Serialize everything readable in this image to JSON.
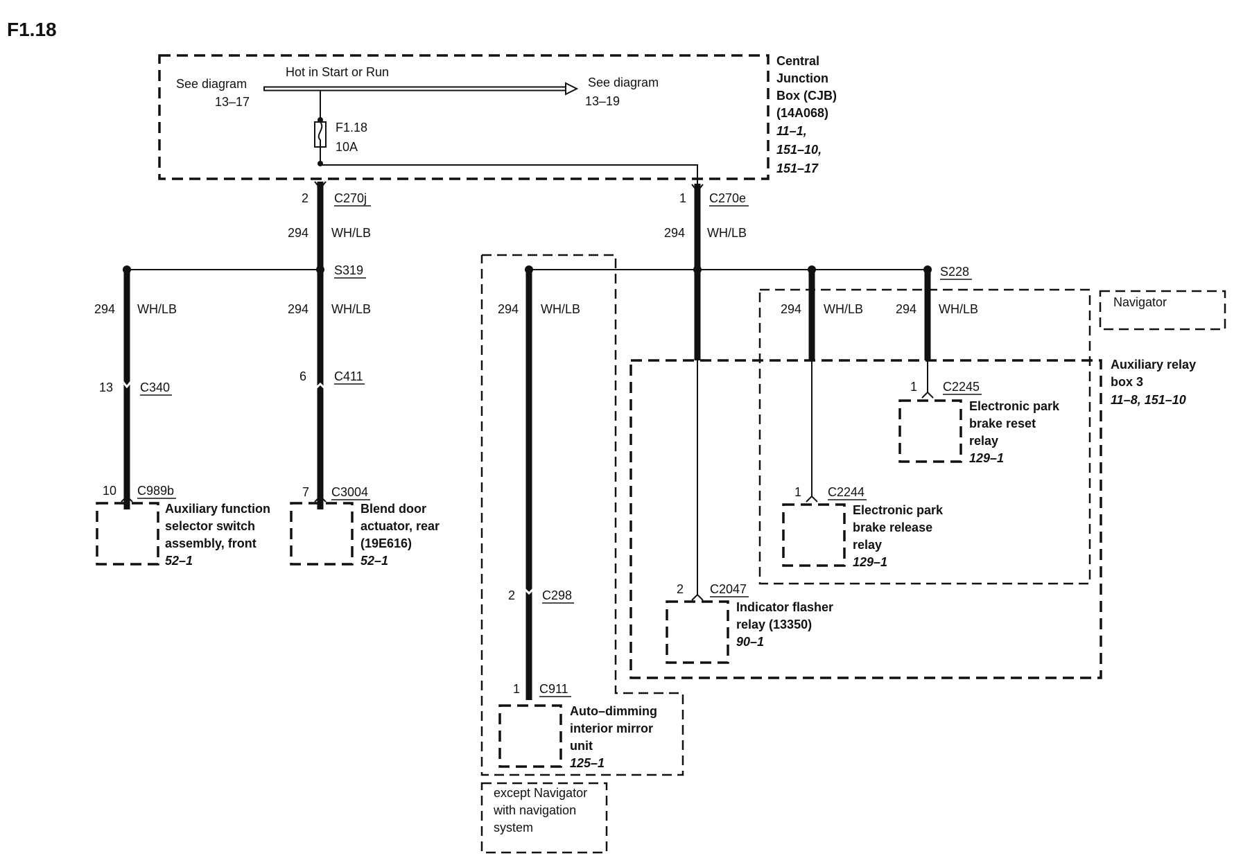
{
  "page_title": "F1.18",
  "cjb": {
    "see_left": "See diagram",
    "see_left_ref": "13–17",
    "hot_label": "Hot in Start or Run",
    "see_right": "See diagram",
    "see_right_ref": "13–19",
    "fuse_name": "F1.18",
    "fuse_rating": "10A",
    "name_lines": [
      "Central",
      "Junction",
      "Box (CJB)",
      "(14A068)"
    ],
    "refs": [
      "11–1,",
      "151–10,",
      "151–17"
    ]
  },
  "connectors": {
    "c270j": {
      "pin": "2",
      "name": "C270j"
    },
    "c270e": {
      "pin": "1",
      "name": "C270e"
    },
    "c340": {
      "pin": "13",
      "name": "C340"
    },
    "c411": {
      "pin": "6",
      "name": "C411"
    },
    "c989b": {
      "pin": "10",
      "name": "C989b"
    },
    "c3004": {
      "pin": "7",
      "name": "C3004"
    },
    "c298": {
      "pin": "2",
      "name": "C298"
    },
    "c911": {
      "pin": "1",
      "name": "C911"
    },
    "c2047": {
      "pin": "2",
      "name": "C2047"
    },
    "c2244": {
      "pin": "1",
      "name": "C2244"
    },
    "c2245": {
      "pin": "1",
      "name": "C2245"
    }
  },
  "splices": {
    "s319": "S319",
    "s228": "S228"
  },
  "wire": {
    "circuit": "294",
    "color": "WH/LB"
  },
  "components": {
    "aux_function": {
      "lines": [
        "Auxiliary function",
        "selector switch",
        "assembly, front"
      ],
      "ref": "52–1"
    },
    "blend_door": {
      "lines": [
        "Blend door",
        "actuator, rear",
        "(19E616)"
      ],
      "ref": "52–1"
    },
    "mirror": {
      "lines": [
        "Auto–dimming",
        "interior mirror",
        "unit"
      ],
      "ref": "125–1"
    },
    "flasher": {
      "lines": [
        "Indicator flasher",
        "relay (13350)"
      ],
      "ref": "90–1"
    },
    "release_relay": {
      "lines": [
        "Electronic park",
        "brake release",
        "relay"
      ],
      "ref": "129–1"
    },
    "reset_relay": {
      "lines": [
        "Electronic park",
        "brake reset",
        "relay"
      ],
      "ref": "129–1"
    }
  },
  "notes": {
    "navigator": "Navigator",
    "aux_relay_box": {
      "lines": [
        "Auxiliary relay",
        "box 3"
      ],
      "ref": "11–8, 151–10"
    },
    "except_nav": [
      "except Navigator",
      "with navigation",
      "system"
    ]
  }
}
